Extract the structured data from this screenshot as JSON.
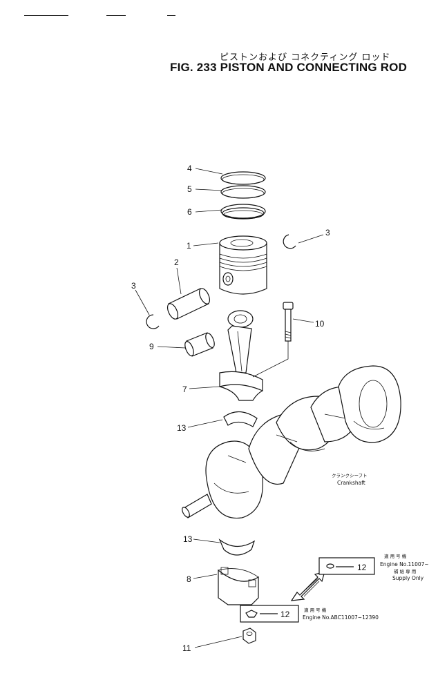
{
  "title": {
    "japanese": "ピストンおよび コネクティング ロッド",
    "english": "FIG. 233 PISTON AND CONNECTING ROD"
  },
  "callouts": {
    "c4": "4",
    "c5": "5",
    "c6": "6",
    "c1": "1",
    "c3_right": "3",
    "c2": "2",
    "c3_left": "3",
    "c10": "10",
    "c9": "9",
    "c7": "7",
    "c13_top": "13",
    "c13_bottom": "13",
    "c8": "8",
    "c11": "11",
    "c12_upper": "12",
    "c12_lower": "12"
  },
  "crankshaft": {
    "japanese": "クランクシーフト",
    "english": "Crankshaft"
  },
  "supply_upper": {
    "line1": "適 用 号 機",
    "line2": "Engine No.11007~",
    "line3": "補 給 専 用",
    "line4": "Supply Only"
  },
  "supply_lower": {
    "line1": "適 用 号 機",
    "line2": "Engine No.ABC11007~12390"
  }
}
